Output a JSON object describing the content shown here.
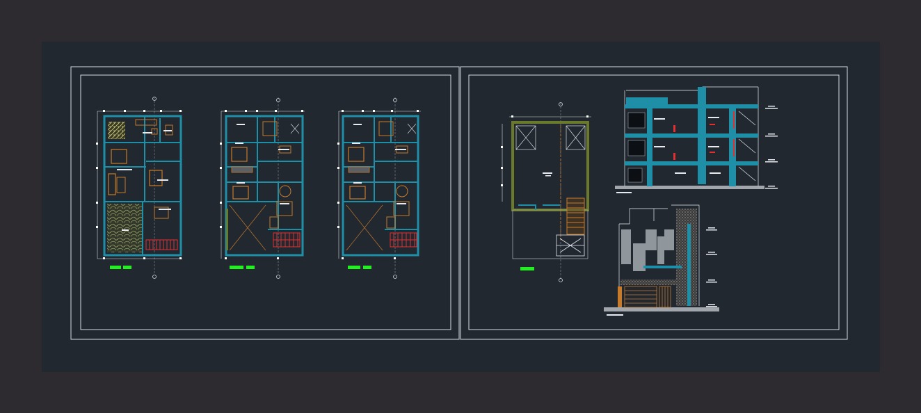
{
  "drawing": {
    "type": "cad-architectural-layout",
    "colors": {
      "outer_background": "#2d2a30",
      "model_space": "#212830",
      "frame": "#d8dde2",
      "wall": "#1f8fa8",
      "wall_light": "#3aa7c0",
      "annotation": "#e8ecf0",
      "furniture": "#c77a2a",
      "stairs": "#e03030",
      "hatch": "#d7d28a",
      "label_bar": "#22ee22",
      "olive": "#6b7a2a",
      "grid_line": "#8a8f96"
    },
    "sheets": [
      {
        "name": "sheet-floor-plans",
        "views": [
          "first-floor-plan",
          "second-floor-plan",
          "third-floor-plan"
        ]
      },
      {
        "name": "sheet-roof-sections",
        "views": [
          "roof-plan",
          "longitudinal-section",
          "front-elevation"
        ]
      }
    ]
  }
}
